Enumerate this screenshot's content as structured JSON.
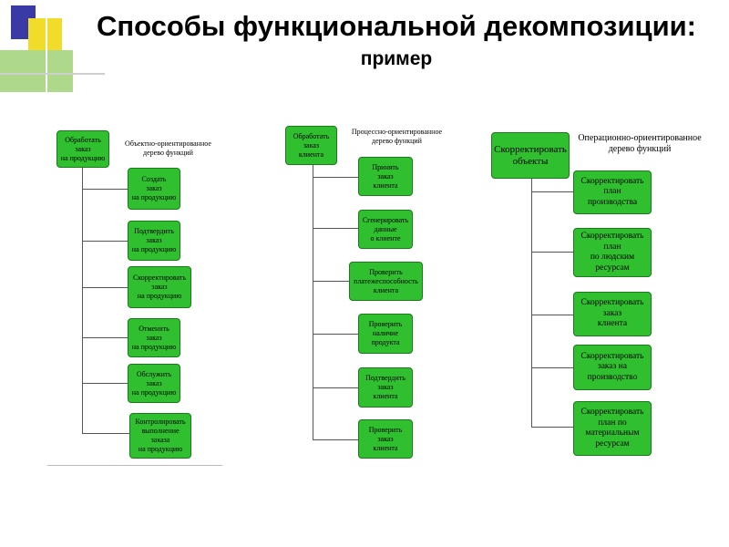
{
  "title": "Способы функциональной декомпозиции:",
  "subtitle": "пример",
  "trees": [
    {
      "root": "Обработать\nзаказ\nна продукцию",
      "caption": "Объектно-ориентированное\nдерево функций",
      "children": [
        "Создать\nзаказ\nна продукцию",
        "Подтвердить\nзаказ\nна продукцию",
        "Скорректировать\nзаказ\nна продукцию",
        "Отменить\nзаказ\nна продукцию",
        "Обслужить\nзаказ\nна продукцию",
        "Контролировать\nвыполнение\nзаказа\nна продукцию"
      ]
    },
    {
      "root": "Обработать\nзаказ\nклиента",
      "caption": "Процессно-ориентированное\nдерево функций",
      "children": [
        "Принять\nзаказ\nклиента",
        "Сгенерировать\nданные\nо клиенте",
        "Проверить\nплатежеспособность\nклиента",
        "Проверить\nналичие\nпродукта",
        "Подтвердить\nзаказ\nклиента",
        "Проверить\nзаказ\nклиента"
      ]
    },
    {
      "root": "Скорректировать\nобъекты",
      "caption": "Операционно-ориентированное\nдерево функций",
      "children": [
        "Скорректировать\nплан\nпроизводства",
        "Скорректировать\nплан\nпо людским\nресурсам",
        "Скорректировать\nзаказ\nклиента",
        "Скорректировать\nзаказ на\nпроизводство",
        "Скорректировать\nплан по\nматериальным\nресурсам"
      ]
    }
  ],
  "colors": {
    "box_fill": "#2fbf2f",
    "box_border": "#1b7a1b",
    "connector": "#555555"
  }
}
